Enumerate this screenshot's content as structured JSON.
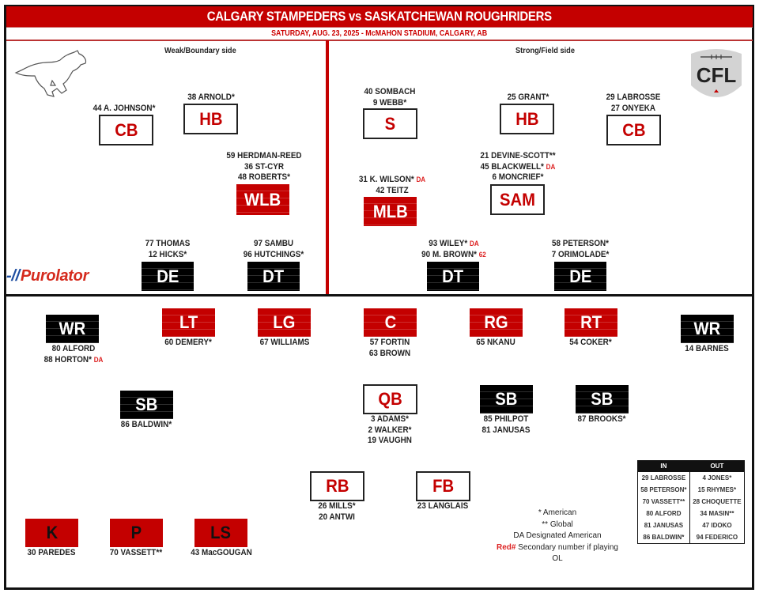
{
  "header": {
    "title": "CALGARY STAMPEDERS vs SASKATCHEWAN ROUGHRIDERS",
    "subtitle": "SATURDAY, AUG. 23, 2025 - McMAHON STADIUM, CALGARY, AB"
  },
  "colors": {
    "primary_red": "#c40000",
    "black": "#000000",
    "da_red": "#dd2222"
  },
  "logos": {
    "team": "stampeders-horse-logo",
    "league": "CFL",
    "sponsor": "Purolator"
  },
  "defense": {
    "weak_side_label": "Weak/Boundary side",
    "strong_side_label": "Strong/Field side",
    "positions": {
      "cb_weak": {
        "label": "CB",
        "players": [
          "44 A. JOHNSON*"
        ]
      },
      "hb_weak": {
        "label": "HB",
        "players": [
          "38 ARNOLD*"
        ]
      },
      "wlb": {
        "label": "WLB",
        "players": [
          "59 HERDMAN-REED",
          "36 ST-CYR",
          "48 ROBERTS*"
        ]
      },
      "de_weak": {
        "label": "DE",
        "players": [
          "77 THOMAS",
          "12 HICKS*"
        ]
      },
      "dt_weak": {
        "label": "DT",
        "players": [
          "97 SAMBU",
          "96 HUTCHINGS*"
        ]
      },
      "s": {
        "label": "S",
        "players": [
          "40 SOMBACH",
          "9 WEBB*"
        ]
      },
      "hb_strong": {
        "label": "HB",
        "players": [
          "25 GRANT*"
        ]
      },
      "cb_strong": {
        "label": "CB",
        "players": [
          "29 LABROSSE",
          "27 ONYEKA"
        ]
      },
      "mlb": {
        "label": "MLB",
        "players": [
          "31 K. WILSON*",
          "42 TEITZ"
        ],
        "tags": [
          "DA",
          ""
        ]
      },
      "sam": {
        "label": "SAM",
        "players": [
          "21 DEVINE-SCOTT**",
          "45 BLACKWELL*",
          "6 MONCRIEF*"
        ],
        "tags": [
          "",
          "DA",
          ""
        ]
      },
      "dt_strong": {
        "label": "DT",
        "players": [
          "93 WILEY*",
          "90 M. BROWN*"
        ],
        "tags": [
          "DA",
          "62"
        ]
      },
      "de_strong": {
        "label": "DE",
        "players": [
          "58 PETERSON*",
          "7 ORIMOLADE*"
        ]
      }
    }
  },
  "offense": {
    "positions": {
      "wr_left": {
        "label": "WR",
        "players": [
          "80 ALFORD",
          "88 HORTON*"
        ],
        "tags": [
          "",
          "DA"
        ]
      },
      "lt": {
        "label": "LT",
        "players": [
          "60 DEMERY*"
        ]
      },
      "lg": {
        "label": "LG",
        "players": [
          "67 WILLIAMS"
        ]
      },
      "c": {
        "label": "C",
        "players": [
          "57 FORTIN",
          "63 BROWN"
        ]
      },
      "rg": {
        "label": "RG",
        "players": [
          "65 NKANU"
        ]
      },
      "rt": {
        "label": "RT",
        "players": [
          "54 COKER*"
        ]
      },
      "wr_right": {
        "label": "WR",
        "players": [
          "14 BARNES"
        ]
      },
      "sb_left": {
        "label": "SB",
        "players": [
          "86 BALDWIN*"
        ]
      },
      "qb": {
        "label": "QB",
        "players": [
          "3 ADAMS*",
          "2 WALKER*",
          "19 VAUGHN"
        ]
      },
      "sb_mid": {
        "label": "SB",
        "players": [
          "85 PHILPOT",
          "81 JANUSAS"
        ]
      },
      "sb_right": {
        "label": "SB",
        "players": [
          "87 BROOKS*"
        ]
      },
      "rb": {
        "label": "RB",
        "players": [
          "26 MILLS*",
          "20 ANTWI"
        ]
      },
      "fb": {
        "label": "FB",
        "players": [
          "23 LANGLAIS"
        ]
      }
    }
  },
  "special_teams": {
    "k": {
      "label": "K",
      "players": [
        "30 PAREDES"
      ]
    },
    "p": {
      "label": "P",
      "players": [
        "70 VASSETT**"
      ]
    },
    "ls": {
      "label": "LS",
      "players": [
        "43 MacGOUGAN"
      ]
    }
  },
  "legend": {
    "american": "* American",
    "global": "** Global",
    "da": "DA Designated American",
    "red_prefix": "Red#",
    "red_text": " Secondary number if playing OL"
  },
  "roster_changes": {
    "headers": [
      "IN",
      "OUT"
    ],
    "rows": [
      [
        "29 LABROSSE",
        "4 JONES*"
      ],
      [
        "58 PETERSON*",
        "15 RHYMES*"
      ],
      [
        "70 VASSETT**",
        "28 CHOQUETTE"
      ],
      [
        "80 ALFORD",
        "34 MASIN**"
      ],
      [
        "81 JANUSAS",
        "47 IDOKO"
      ],
      [
        "86 BALDWIN*",
        "94 FEDERICO"
      ]
    ]
  }
}
